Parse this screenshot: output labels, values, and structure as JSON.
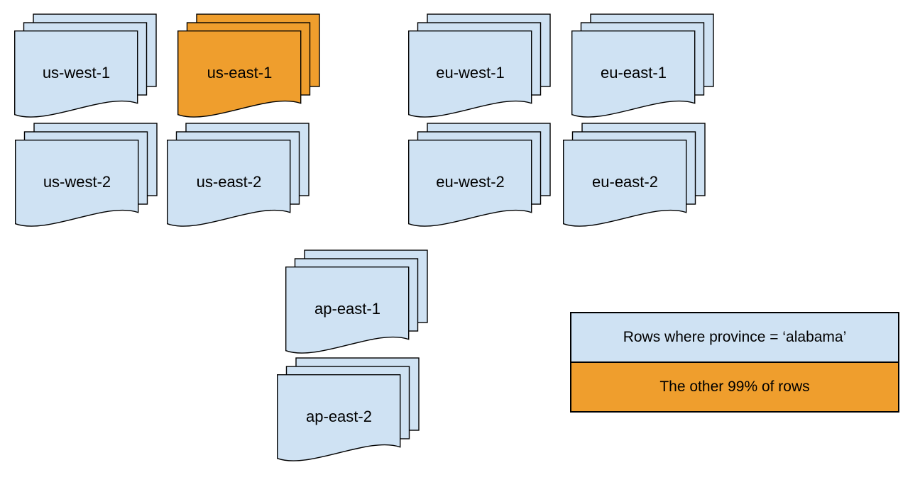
{
  "colors": {
    "region_default": "#cfe2f3",
    "region_highlight": "#ef9e2d",
    "stroke": "#000000"
  },
  "regions": [
    {
      "label": "us-west-1",
      "highlighted": false
    },
    {
      "label": "us-east-1",
      "highlighted": true
    },
    {
      "label": "eu-west-1",
      "highlighted": false
    },
    {
      "label": "eu-east-1",
      "highlighted": false
    },
    {
      "label": "us-west-2",
      "highlighted": false
    },
    {
      "label": "us-east-2",
      "highlighted": false
    },
    {
      "label": "eu-west-2",
      "highlighted": false
    },
    {
      "label": "eu-east-2",
      "highlighted": false
    },
    {
      "label": "ap-east-1",
      "highlighted": false
    },
    {
      "label": "ap-east-2",
      "highlighted": false
    }
  ],
  "legend": {
    "rows": [
      {
        "label": "Rows where province = ‘alabama’",
        "color": "#cfe2f3"
      },
      {
        "label": "The other 99% of rows",
        "color": "#ef9e2d"
      }
    ]
  }
}
